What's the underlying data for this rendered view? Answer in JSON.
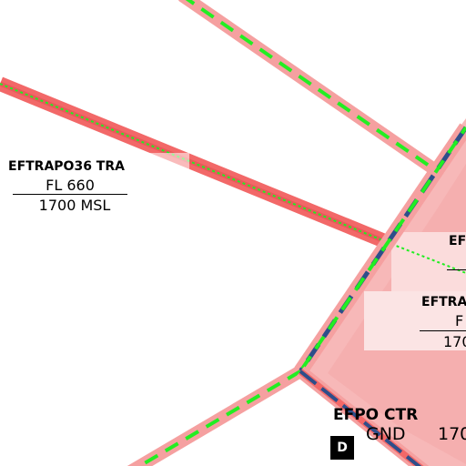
{
  "colors": {
    "tra_boundary": "#f26868",
    "tra_halo": "#f5a0a0",
    "route_dash": "#22ee22",
    "ctr_fill": "#f7b8b8",
    "ctr_boundary": "#2e4e8a"
  },
  "airspaces": [
    {
      "name": "EFTRAPO36 TRA",
      "upper": "FL 660",
      "lower": "1700 MSL"
    },
    {
      "name": "EF"
    },
    {
      "name": "EFTRA",
      "upper": "F",
      "lower": "170"
    },
    {
      "name": "EFPO CTR",
      "lower": "GND",
      "upper": "170"
    }
  ],
  "badge": {
    "label": "D",
    "icon": "airspace-class-d-badge"
  }
}
